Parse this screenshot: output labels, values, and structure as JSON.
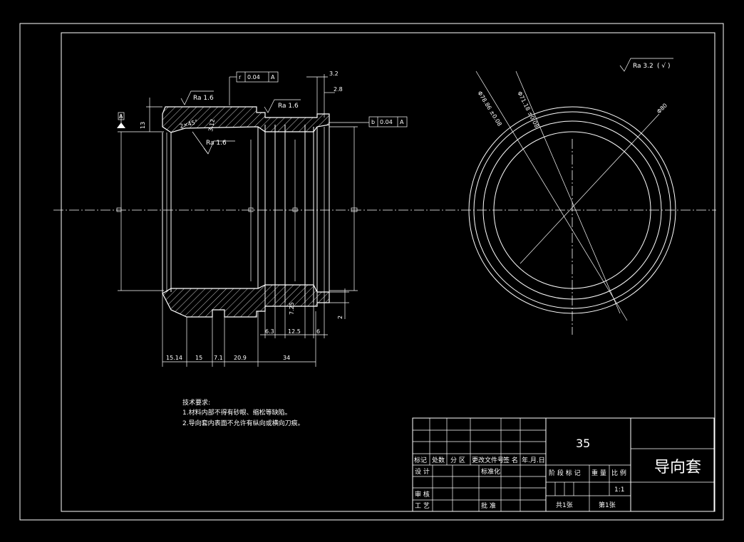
{
  "colors": {
    "background": "#000000",
    "line": "#ffffff"
  },
  "roughness": {
    "general": "Ra 3.2",
    "general_note": "( √ )",
    "top_left": "Ra 1.6",
    "top_mid": "Ra 1.6",
    "bore": "Ra 1.6"
  },
  "tolerances": {
    "circularity_symbol": "r",
    "circularity_value": "0.04",
    "circularity_datum": "A",
    "runout_symbol": "b",
    "runout_value": "0.04",
    "runout_datum": "A"
  },
  "datum_label": "A",
  "dimensions": {
    "top_small_1": "3.2",
    "top_small_2": "2.8",
    "left_step": "13",
    "chamfer": "2×45°",
    "groove_depth": "3.12",
    "bottom_1": "15.14",
    "bottom_2": "15",
    "bottom_3": "7.1",
    "bottom_4": "20.9",
    "bottom_5": "34",
    "lower_1": "6.3",
    "lower_2": "12.5",
    "lower_3": "6",
    "right_small": "2",
    "groove_h": "7.25",
    "dia_right_1": "Φ78.86 ±0.08",
    "dia_right_2": "Φ71.18 ±0.08",
    "dia_right_3": "Φ80"
  },
  "notes": {
    "heading": "技术要求:",
    "line1": "1.材料内部不得有砂眼、缩松等缺陷。",
    "line2": "2.导向套内表面不允许有纵向或横向刀痕。"
  },
  "title_block": {
    "material": "35",
    "part_name": "导向套",
    "scale": "1:1",
    "headers": [
      "标记",
      "处数",
      "分 区",
      "更改文件号",
      "签 名",
      "年.月.日"
    ],
    "design": "设 计",
    "standardize": "标准化",
    "check": "审 核",
    "process": "工 艺",
    "approve": "批 准",
    "stage_mark": "阶 段 标 记",
    "weight": "重 量",
    "scale_label": "比 例",
    "total_sheets": "共1张",
    "sheet_no": "第1张"
  }
}
